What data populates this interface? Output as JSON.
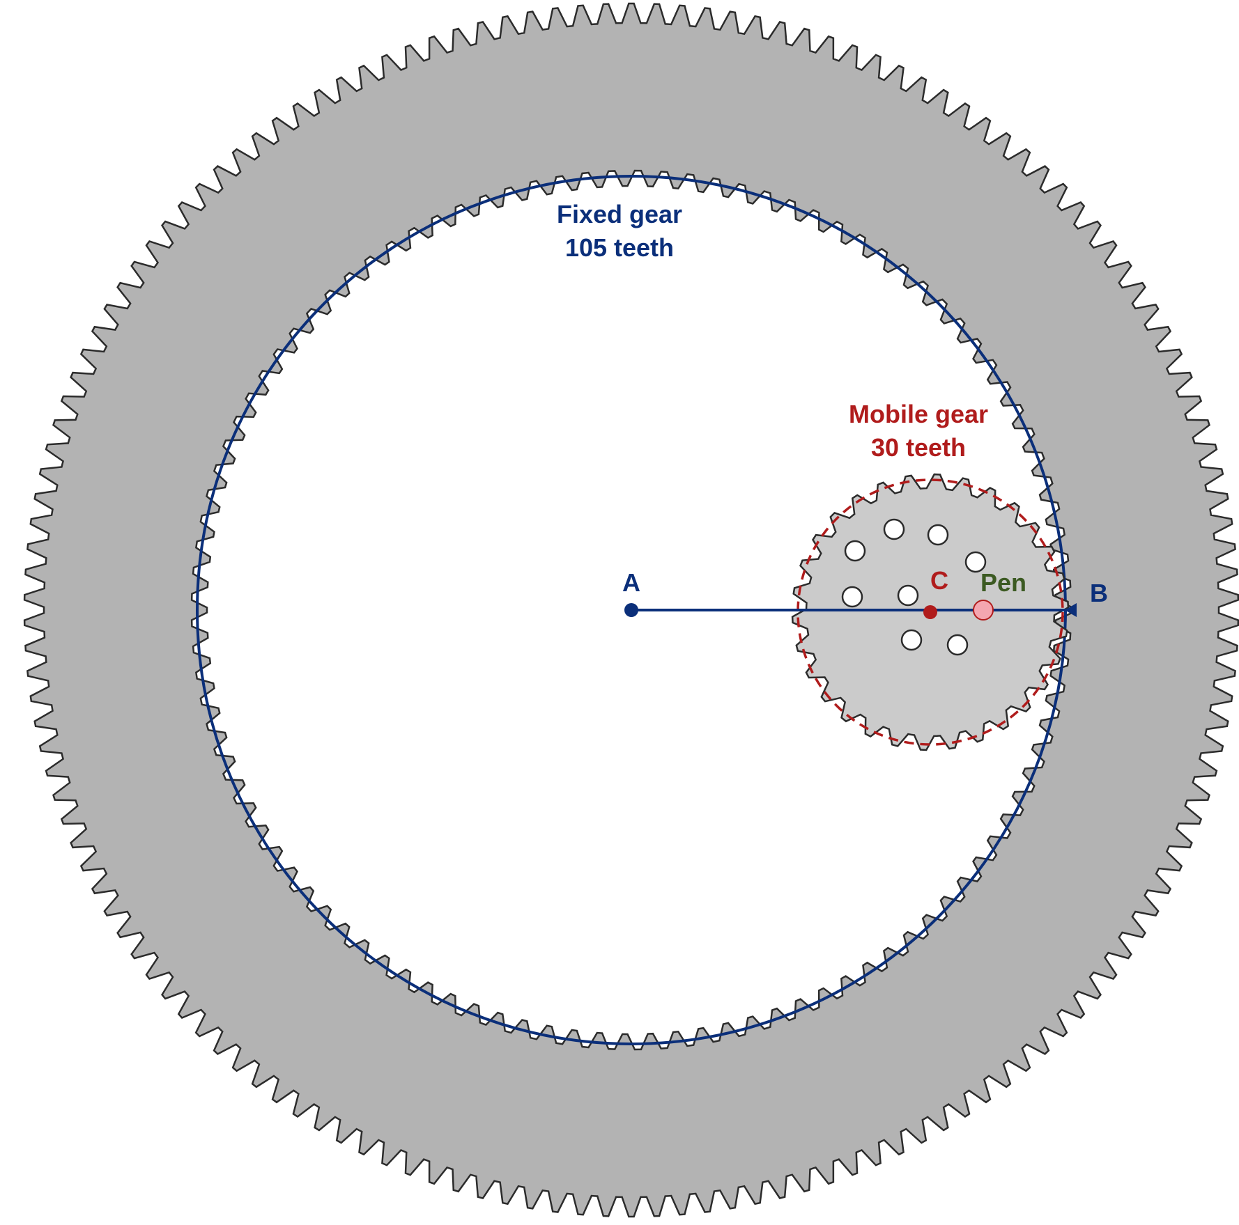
{
  "fixed_gear": {
    "label_line1": "Fixed gear",
    "label_line2": "105 teeth",
    "inner_teeth": 105,
    "outer_teeth": 150,
    "color": "#0b2f7a"
  },
  "mobile_gear": {
    "label_line1": "Mobile gear",
    "label_line2": "30 teeth",
    "teeth": 30,
    "color": "#b01c1c"
  },
  "points": {
    "a": "A",
    "b": "B",
    "c": "C",
    "pen": "Pen"
  },
  "colors": {
    "ring_fill": "#b3b3b3",
    "mobile_fill": "#cbcbcb",
    "outline": "#2b2b2b",
    "pen_text": "#3c5a22",
    "pen_fill": "#f4a6b0"
  }
}
